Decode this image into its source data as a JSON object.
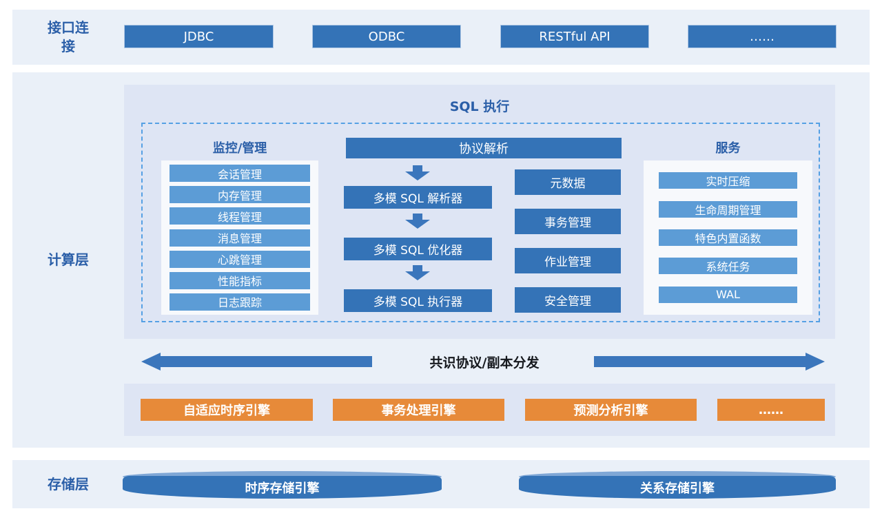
{
  "colors": {
    "band_background": "#EAF0F8",
    "inner_panel_background": "#DEE5F4",
    "white_panel_background": "#F7F9FC",
    "dark_blue": "#3473B7",
    "light_blue": "#5C9CD6",
    "orange": "#E78A39",
    "heading_text": "#2B5FA8",
    "dashed_border": "#55A0E4",
    "arrow_blue": "#3B76BC",
    "cylinder_top": "#7FA7D6"
  },
  "interface_layer": {
    "label": "接口连接",
    "items": [
      "JDBC",
      "ODBC",
      "RESTful API",
      "……"
    ]
  },
  "compute_layer": {
    "label": "计算层",
    "sql_execution_title": "SQL 执行",
    "monitor": {
      "header": "监控/管理",
      "items": [
        "会话管理",
        "内存管理",
        "线程管理",
        "消息管理",
        "心跳管理",
        "性能指标",
        "日志跟踪"
      ]
    },
    "protocol": {
      "header": "协议解析",
      "flow": [
        "多模 SQL 解析器",
        "多模 SQL 优化器",
        "多模 SQL 执行器"
      ]
    },
    "management": {
      "items": [
        "元数据",
        "事务管理",
        "作业管理",
        "安全管理"
      ]
    },
    "services": {
      "header": "服务",
      "items": [
        "实时压缩",
        "生命周期管理",
        "特色内置函数",
        "系统任务",
        "WAL"
      ]
    },
    "consensus_label": "共识协议/副本分发",
    "engines": [
      "自适应时序引擎",
      "事务处理引擎",
      "预测分析引擎",
      "……"
    ]
  },
  "storage_layer": {
    "label": "存储层",
    "items": [
      "时序存储引擎",
      "关系存储引擎"
    ]
  }
}
